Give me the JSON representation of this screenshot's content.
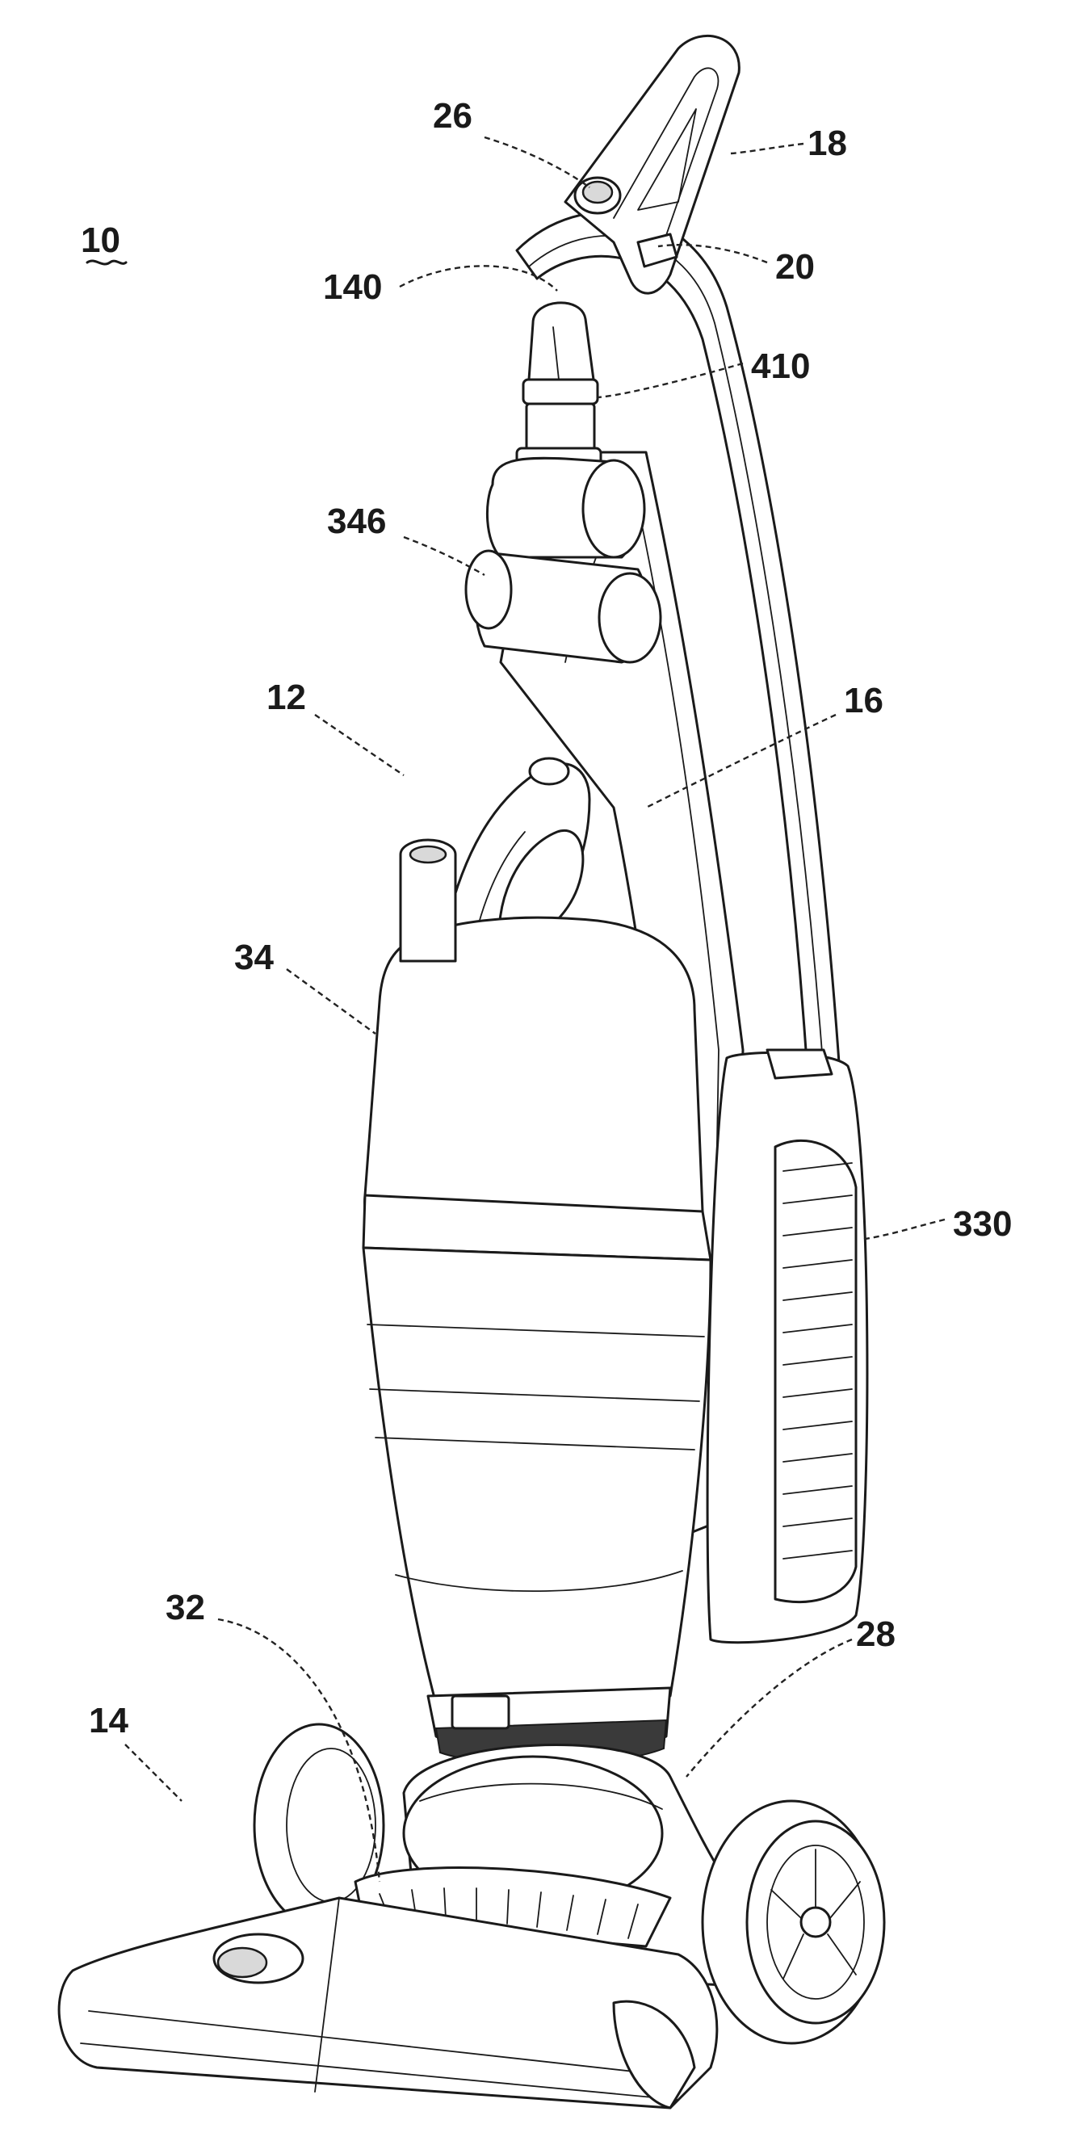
{
  "figure": {
    "reference_numerals": [
      {
        "id": "10",
        "text": "10"
      },
      {
        "id": "12",
        "text": "12"
      },
      {
        "id": "14",
        "text": "14"
      },
      {
        "id": "16",
        "text": "16"
      },
      {
        "id": "18",
        "text": "18"
      },
      {
        "id": "20",
        "text": "20"
      },
      {
        "id": "26",
        "text": "26"
      },
      {
        "id": "28",
        "text": "28"
      },
      {
        "id": "32",
        "text": "32"
      },
      {
        "id": "34",
        "text": "34"
      },
      {
        "id": "140",
        "text": "140"
      },
      {
        "id": "330",
        "text": "330"
      },
      {
        "id": "346",
        "text": "346"
      },
      {
        "id": "410",
        "text": "410"
      }
    ]
  }
}
